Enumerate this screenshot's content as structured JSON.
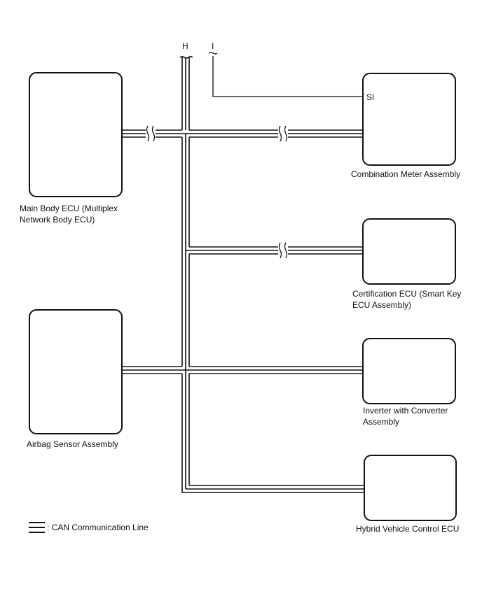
{
  "diagram": {
    "bus_labels": {
      "h": "H",
      "i": "I"
    },
    "terminals": {
      "combination_meter_si": "SI"
    },
    "components": {
      "main_body_ecu": "Main Body ECU (Multiplex\nNetwork Body ECU)",
      "combination_meter": "Combination Meter Assembly",
      "certification_ecu": "Certification ECU (Smart Key\nECU Assembly)",
      "airbag_sensor": "Airbag Sensor Assembly",
      "inverter_converter": "Inverter with Converter\nAssembly",
      "hybrid_vehicle_ecu": "Hybrid Vehicle Control ECU"
    },
    "legend": {
      "can_line": ": CAN Communication Line"
    }
  },
  "colors": {
    "line": "#111111",
    "background": "#ffffff"
  }
}
